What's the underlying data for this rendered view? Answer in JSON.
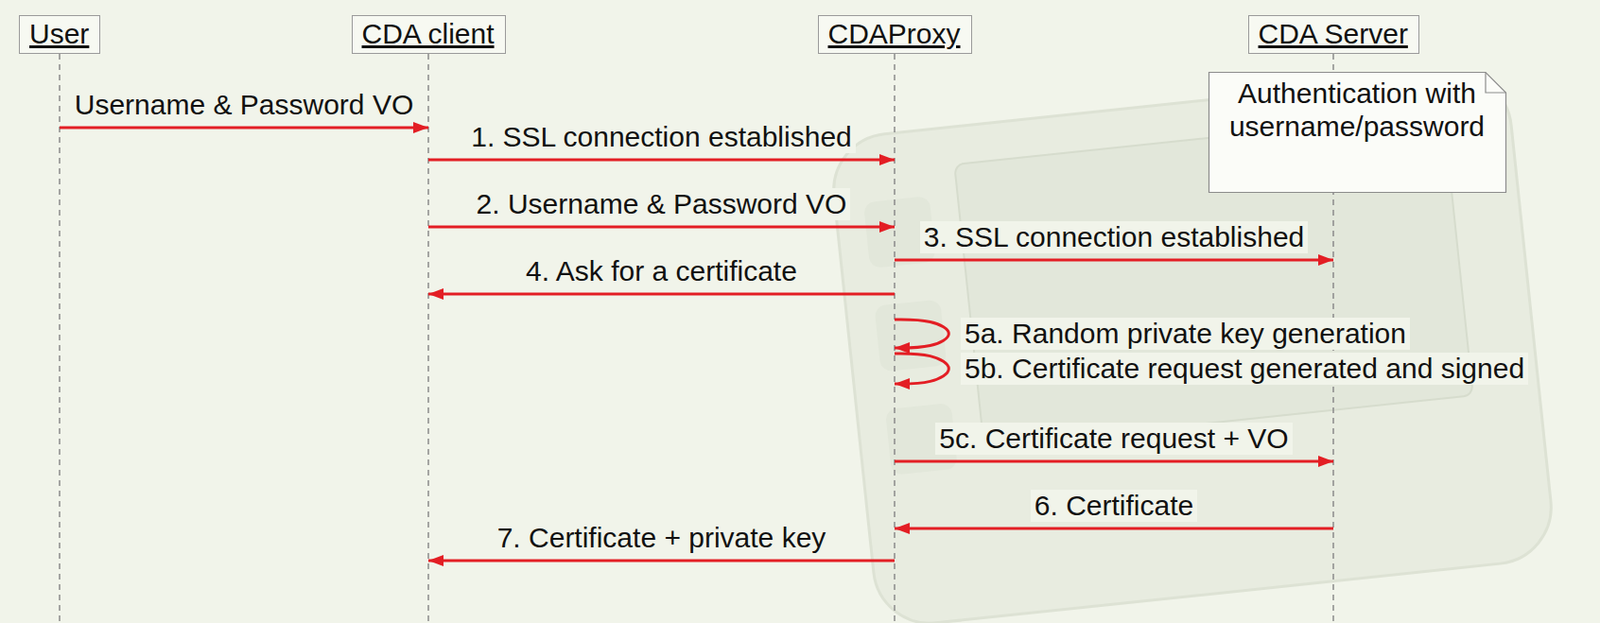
{
  "diagram": {
    "nodes": [
      {
        "text": [
          "User"
        ]
      },
      {
        "text": [
          "CDA client"
        ]
      },
      {
        "text": [
          "CDAProxy"
        ]
      },
      {
        "text": [
          "CDA Server"
        ]
      },
      {
        "text": [
          "Authentication with username/password"
        ]
      }
    ],
    "edges": [
      {
        "from": 0,
        "to": 1,
        "label": "Username & Password VO",
        "arrow": "to"
      },
      {
        "from": 1,
        "to": 2,
        "label": "1. SSL connection established",
        "arrow": "to"
      },
      {
        "from": 1,
        "to": 2,
        "label": "2. Username & Password VO",
        "arrow": "to"
      },
      {
        "from": 2,
        "to": 3,
        "label": "3. SSL connection established",
        "arrow": "to"
      },
      {
        "from": 2,
        "to": 1,
        "label": "4. Ask for a certificate",
        "arrow": "to"
      },
      {
        "from": 2,
        "to": 2,
        "label": "5a. Random private key generation",
        "arrow": "to"
      },
      {
        "from": 2,
        "to": 2,
        "label": "5b. Certificate request generated and signed",
        "arrow": "to"
      },
      {
        "from": 2,
        "to": 3,
        "label": "5c. Certificate request + VO",
        "arrow": "to"
      },
      {
        "from": 3,
        "to": 2,
        "label": "6. Certificate",
        "arrow": "to"
      },
      {
        "from": 2,
        "to": 1,
        "label": "7. Certificate + private key",
        "arrow": "to"
      }
    ]
  }
}
